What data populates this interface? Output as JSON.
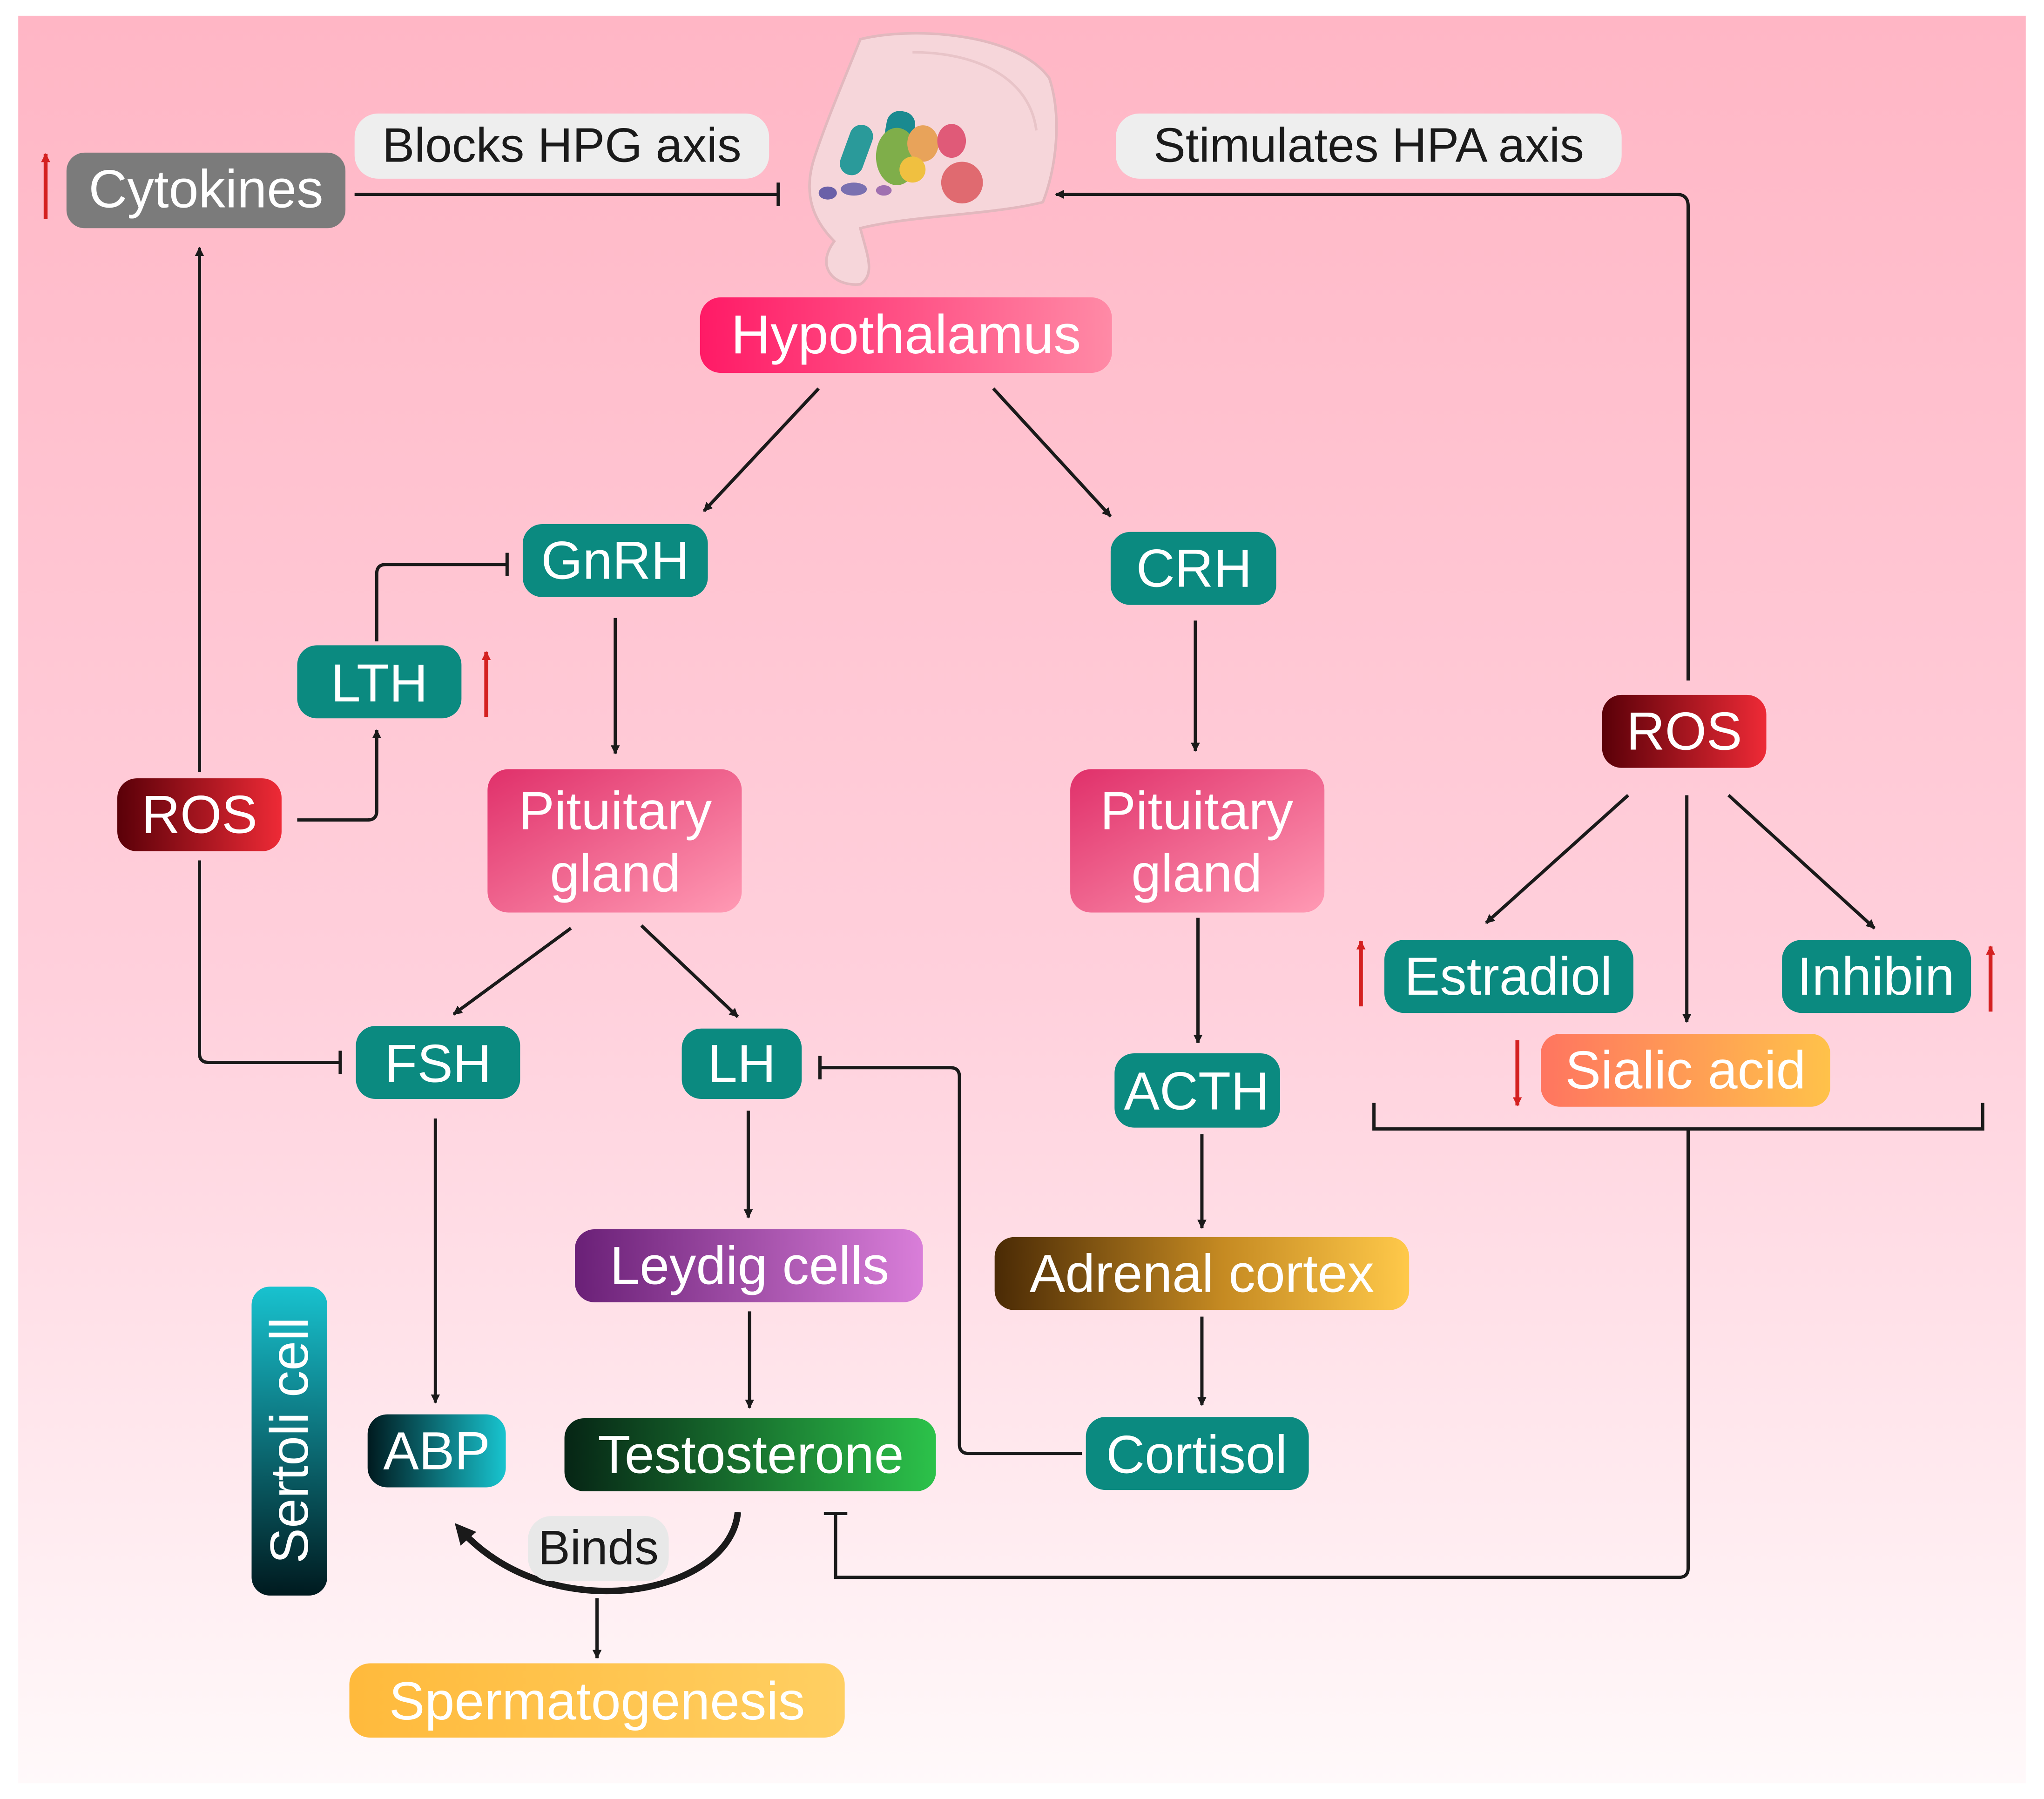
{
  "nodes": {
    "cytokines": "Cytokines",
    "hypothalamus": "Hypothalamus",
    "gnrh": "GnRH",
    "crh": "CRH",
    "lth": "LTH",
    "ros_left": "ROS",
    "ros_right": "ROS",
    "pituitary_left_line1": "Pituitary",
    "pituitary_left_line2": "gland",
    "pituitary_right_line1": "Pituitary",
    "pituitary_right_line2": "gland",
    "fsh": "FSH",
    "lh": "LH",
    "acth": "ACTH",
    "estradiol": "Estradiol",
    "inhibin": "Inhibin",
    "sialic_acid": "Sialic acid",
    "leydig_cells": "Leydig cells",
    "adrenal_cortex": "Adrenal cortex",
    "sertoli_cell": "Sertoli cell",
    "abp": "ABP",
    "testosterone": "Testosterone",
    "cortisol": "Cortisol",
    "spermatogenesis": "Spermatogenesis"
  },
  "edge_labels": {
    "blocks_hpg": "Blocks HPG axis",
    "stimulates_hpa": "Stimulates HPA axis",
    "binds": "Binds"
  },
  "colors": {
    "teal": "#0b8a80",
    "crimson": "#b0101e",
    "pink": "#e2507a",
    "gray": "#7b7b7b",
    "arrow": "#1a1a1a",
    "up_down_marker": "#d42020"
  },
  "icons": {
    "brain": "brain-hypothalamus-icon"
  }
}
